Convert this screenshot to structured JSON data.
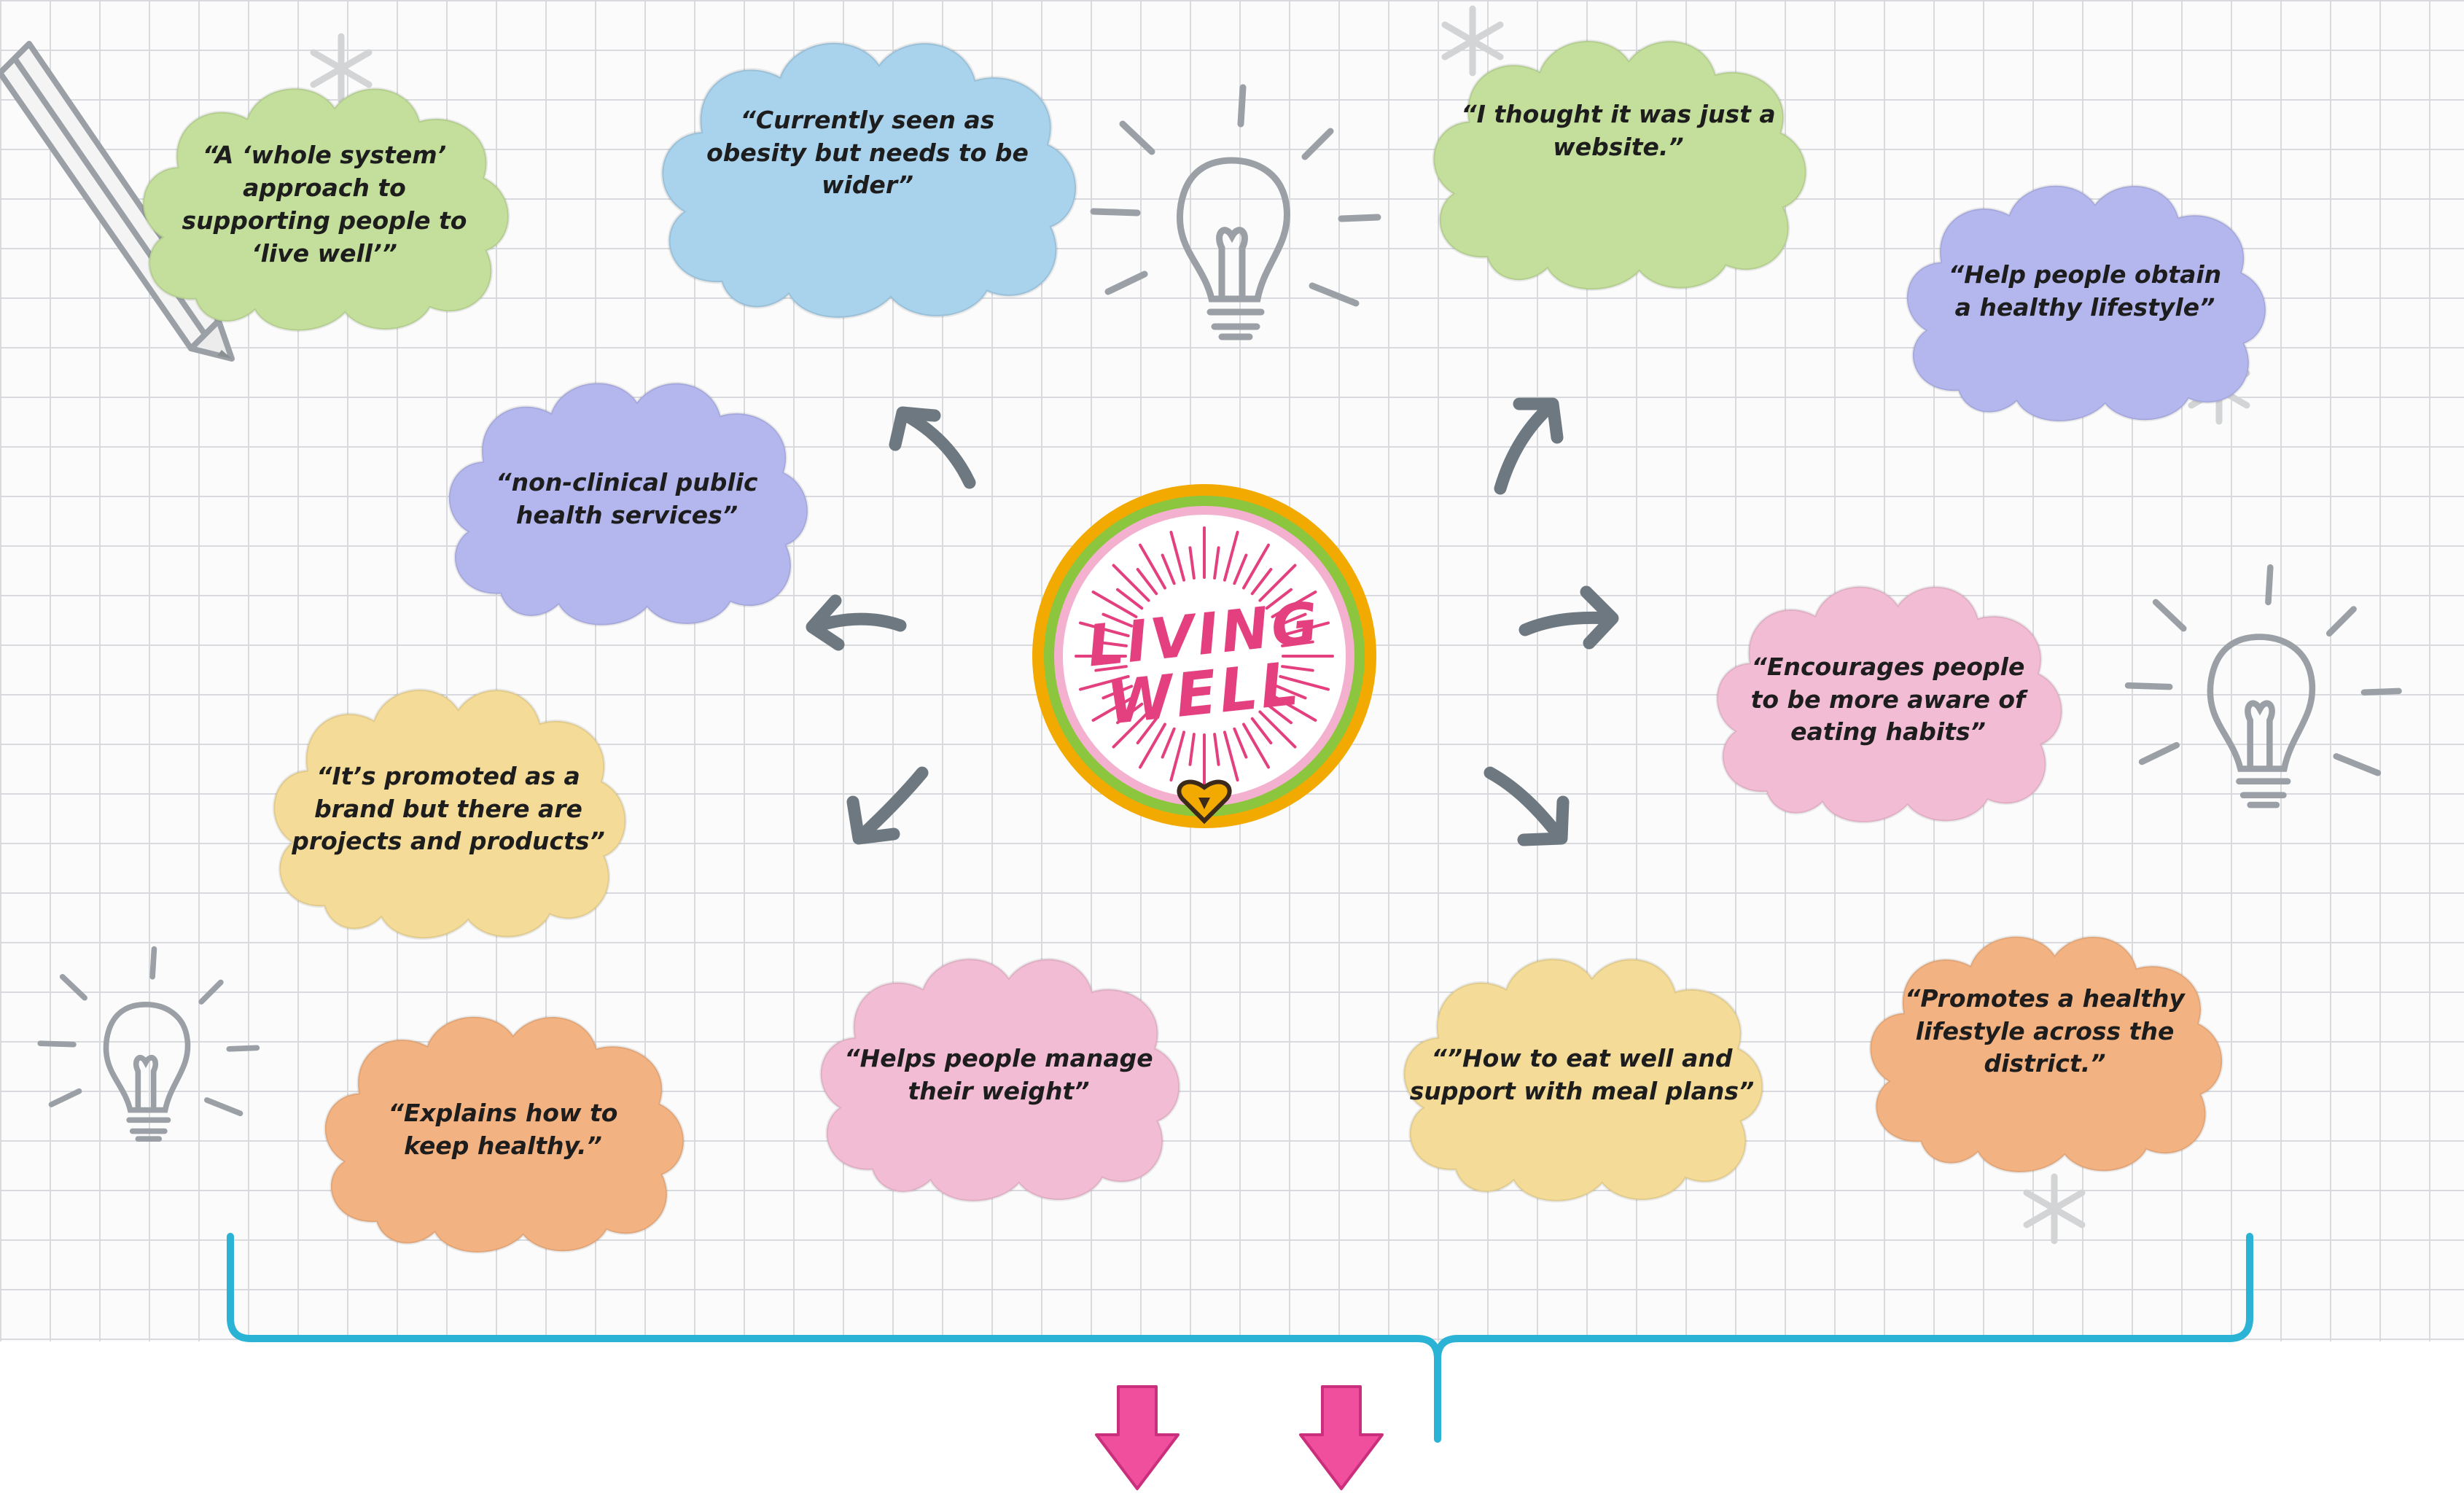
{
  "logo": {
    "line1": "LIVING",
    "line2": "WELL",
    "color": "#e4407f",
    "ring_outer": "#f2a900",
    "ring_mid": "#8cc63f",
    "ring_inner": "#f3b0cf"
  },
  "clouds": [
    {
      "id": "whole-system",
      "text": "“A ‘whole system’ approach to supporting people to ‘live well’”",
      "color": "#c3df9b"
    },
    {
      "id": "obesity",
      "text": "“Currently seen as obesity but needs to be wider”",
      "color": "#a9d2ec"
    },
    {
      "id": "website",
      "text": "“I thought it was just a website.”",
      "color": "#c3df9b"
    },
    {
      "id": "healthy-lifestyle",
      "text": "“Help people obtain a healthy lifestyle”",
      "color": "#b4b7ee"
    },
    {
      "id": "non-clinical",
      "text": "“non-clinical public health services”",
      "color": "#b4b7ee"
    },
    {
      "id": "eating-habits",
      "text": "“Encourages people to be more aware of eating habits”",
      "color": "#f2bdd4"
    },
    {
      "id": "brand",
      "text": "“It’s promoted as a brand but there are projects and products”",
      "color": "#f4dc98"
    },
    {
      "id": "keep-healthy",
      "text": "“Explains how to keep healthy.”",
      "color": "#f3b281"
    },
    {
      "id": "manage-weight",
      "text": "“Helps people manage their weight”",
      "color": "#f2bdd4"
    },
    {
      "id": "meal-plans",
      "text": "“”How to eat well and support with meal plans”",
      "color": "#f4dc98"
    },
    {
      "id": "district",
      "text": "“Promotes a healthy lifestyle across the district.”",
      "color": "#f3b281"
    }
  ],
  "colors": {
    "arrow": "#6d7880",
    "bracket": "#2bb3d6",
    "down_arrow": "#f04f9e",
    "sketch": "#9aa0a6"
  }
}
